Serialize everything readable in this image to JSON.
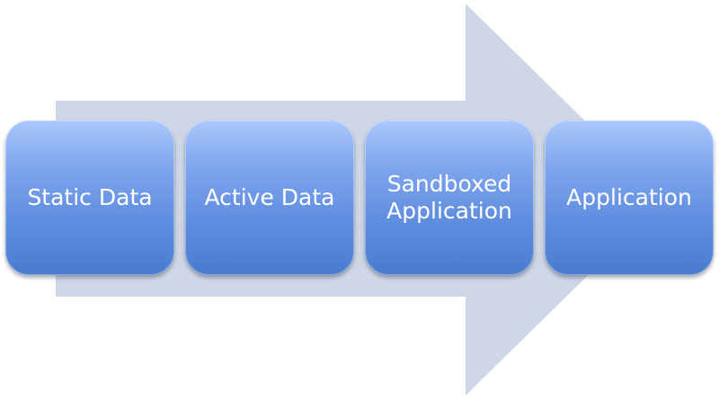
{
  "diagram": {
    "steps": [
      {
        "label": "Static Data"
      },
      {
        "label": "Active Data"
      },
      {
        "label": "Sandboxed\nApplication"
      },
      {
        "label": "Application"
      }
    ],
    "colors": {
      "arrow": "#cfd6e6",
      "box_top": "#a9c7fb",
      "box_bottom": "#4a7acf",
      "text": "#ffffff"
    }
  }
}
